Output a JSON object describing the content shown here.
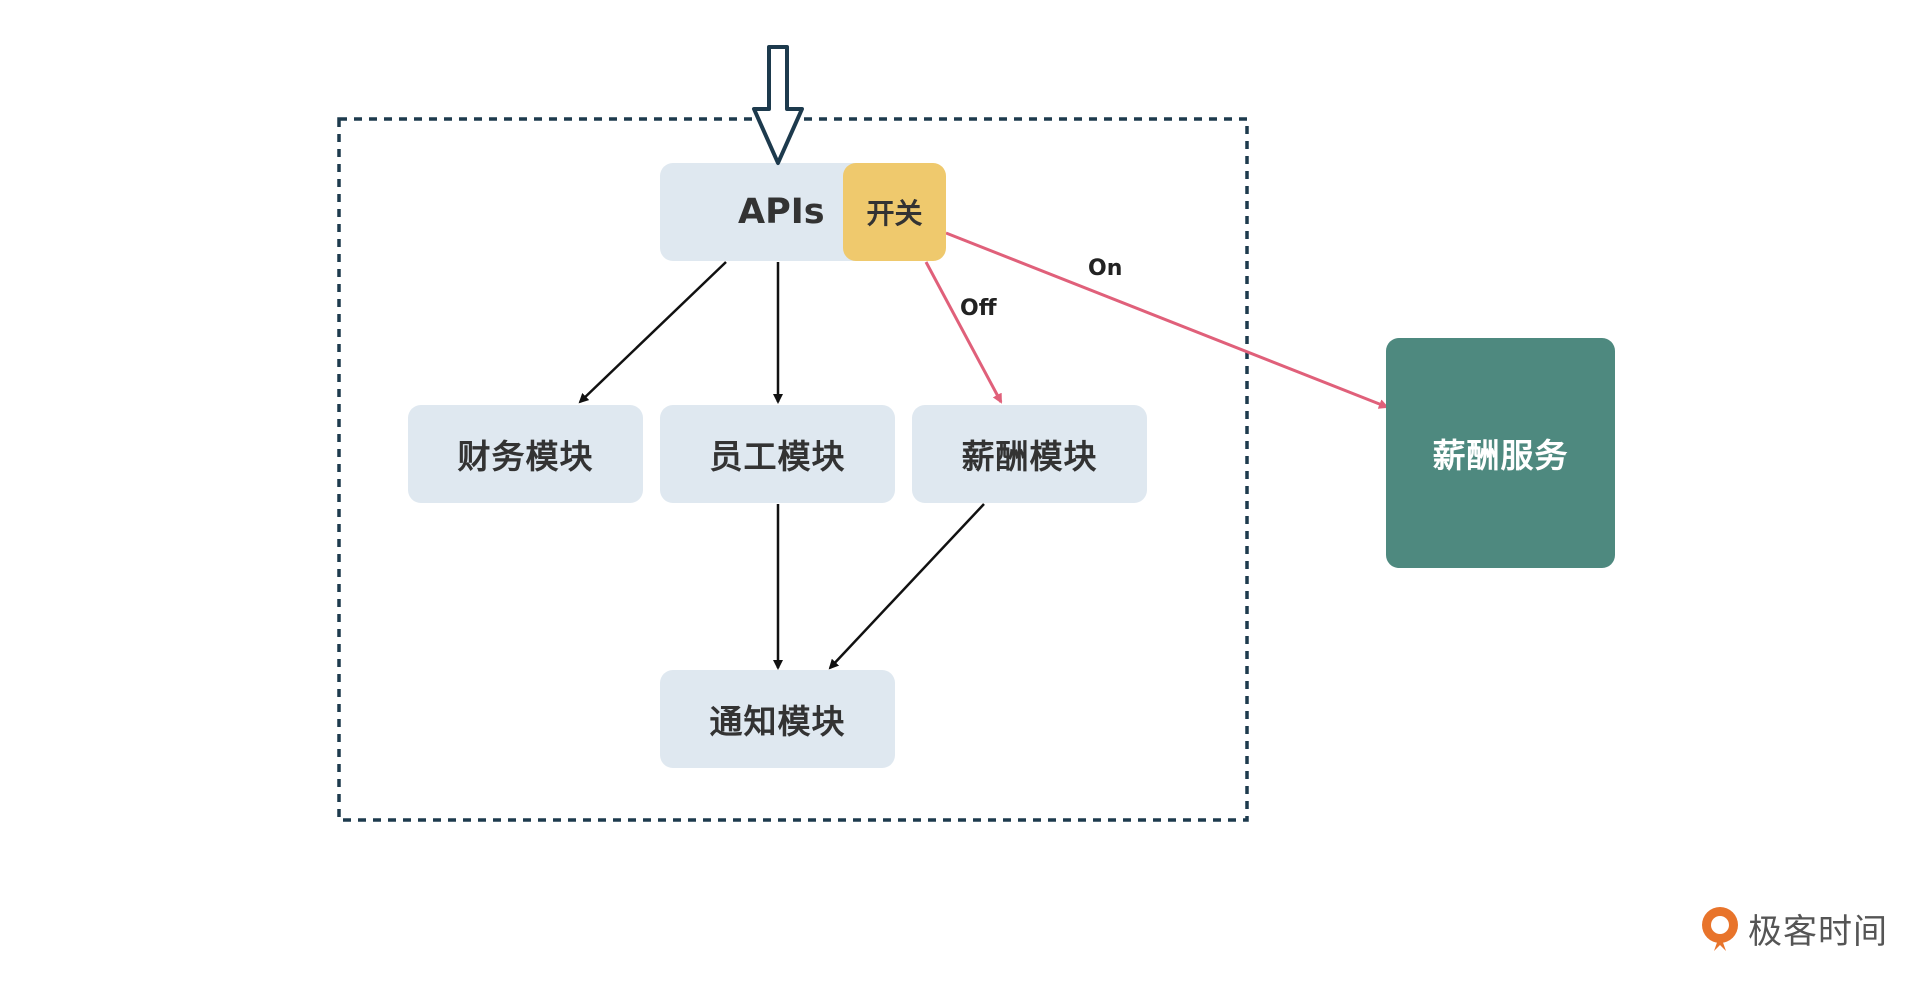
{
  "diagram": {
    "nodes": {
      "apis": "APIs",
      "switch": "开关",
      "finance": "财务模块",
      "employee": "员工模块",
      "salary": "薪酬模块",
      "notice": "通知模块",
      "salary_service": "薪酬服务"
    },
    "edge_labels": {
      "on": "On",
      "off": "Off"
    },
    "colors": {
      "module_fill": "#dfe8f0",
      "switch_fill": "#efc96d",
      "service_fill": "#4e897f",
      "toggle_edge": "#e0607a",
      "boundary": "#1d3a4d"
    }
  },
  "brand": {
    "logo_text": "极客时间",
    "logo_color": "#e8742b"
  }
}
